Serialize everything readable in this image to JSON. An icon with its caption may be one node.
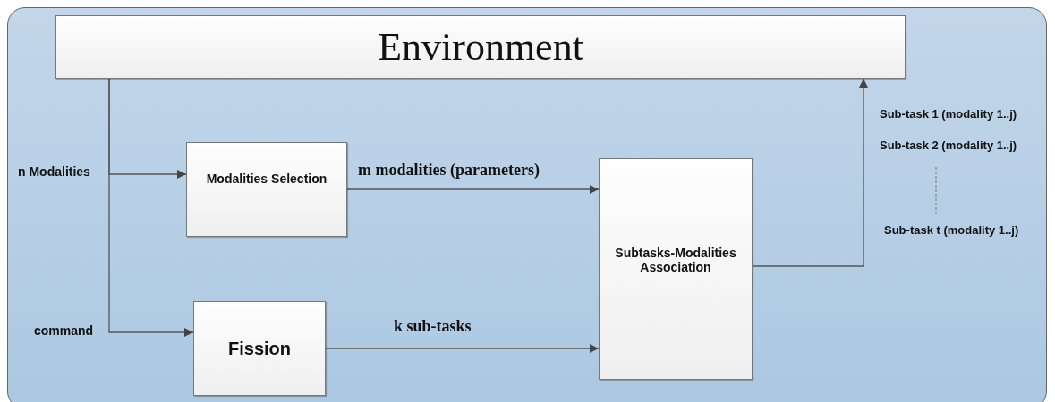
{
  "diagram": {
    "nodes": [
      {
        "text": [
          "Environment"
        ]
      },
      {
        "text": [
          "Modalities Selection"
        ]
      },
      {
        "text": [
          "Fission"
        ]
      },
      {
        "text": [
          "Subtasks-Modalities Association"
        ]
      }
    ],
    "edges": [
      {
        "from": 0,
        "to": 1,
        "arrow": "to",
        "label": "n Modalities"
      },
      {
        "from": 0,
        "to": 2,
        "arrow": "to",
        "label": "command"
      },
      {
        "from": 1,
        "to": 3,
        "arrow": "to",
        "label": "m modalities (parameters)"
      },
      {
        "from": 2,
        "to": 3,
        "arrow": "to",
        "label": "k sub-tasks"
      },
      {
        "from": 3,
        "to": 0,
        "arrow": "to"
      }
    ],
    "labels": [
      "Sub-task 1 (modality 1..j)",
      "Sub-task 2 (modality 1..j)",
      "Sub-task t (modality 1..j)"
    ]
  }
}
